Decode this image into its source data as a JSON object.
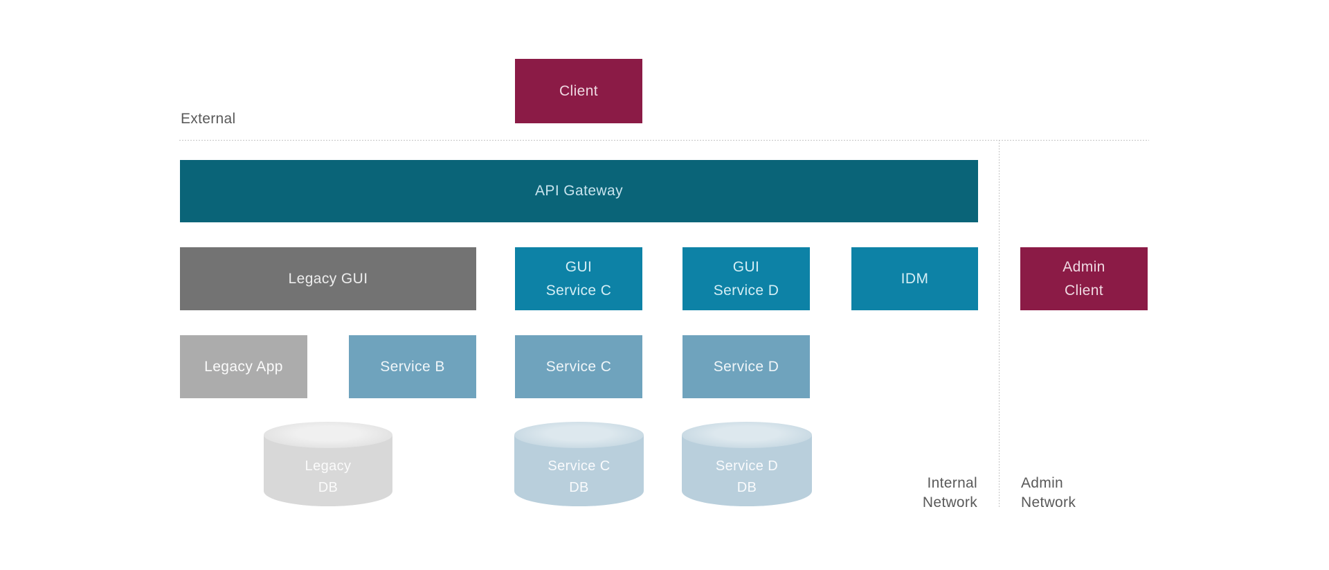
{
  "zones": {
    "external": "External",
    "internal_network": "Internal\nNetwork",
    "admin_network": "Admin\nNetwork"
  },
  "nodes": {
    "client": {
      "label": "Client",
      "color": "#8b1b46"
    },
    "api_gateway": {
      "label": "API Gateway",
      "color": "#0a6478"
    },
    "legacy_gui": {
      "label": "Legacy GUI",
      "color": "#737373"
    },
    "gui_service_c": {
      "label": "GUI\nService C",
      "color": "#0d82a6"
    },
    "gui_service_d": {
      "label": "GUI\nService D",
      "color": "#0d82a6"
    },
    "idm": {
      "label": "IDM",
      "color": "#0d82a6"
    },
    "admin_client": {
      "label": "Admin\nClient",
      "color": "#8b1b46"
    },
    "legacy_app": {
      "label": "Legacy App",
      "color": "#acacac"
    },
    "service_b": {
      "label": "Service B",
      "color": "#6fa3bd"
    },
    "service_c": {
      "label": "Service C",
      "color": "#6fa3bd"
    },
    "service_d": {
      "label": "Service D",
      "color": "#6fa3bd"
    },
    "legacy_db": {
      "label": "Legacy\nDB",
      "color": "#d8d8d8"
    },
    "service_c_db": {
      "label": "Service C\nDB",
      "color": "#b9cfdc"
    },
    "service_d_db": {
      "label": "Service D\nDB",
      "color": "#b9cfdc"
    }
  },
  "colors": {
    "separator_line": "#c3c3c3",
    "zone_label_text": "#595959",
    "background": "#ffffff"
  }
}
